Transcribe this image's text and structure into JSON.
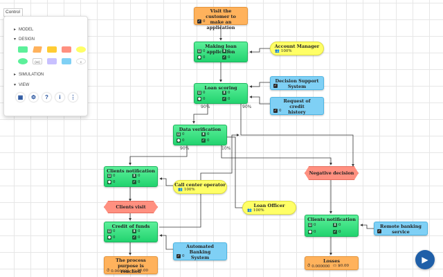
{
  "control": {
    "tab_label": "Control",
    "sections": {
      "model": "MODEL",
      "design": "DESIGN",
      "simulation": "SIMULATION",
      "view": "VIEW"
    },
    "shapes_row2_label": "(xx)"
  },
  "nodes": {
    "start": {
      "title": "Visit the customer to make an application",
      "stat": "0"
    },
    "making": {
      "title": "Making loan application",
      "s1": "0",
      "s2": "0",
      "s3": "0",
      "s4": "0"
    },
    "account_manager": {
      "title": "Account Manager",
      "stat": "100%"
    },
    "scoring": {
      "title": "Loan scoring",
      "s1": "0",
      "s2": "0",
      "s3": "0",
      "s4": "0"
    },
    "dss": {
      "title": "Decision Support System",
      "stat": ""
    },
    "credit_history": {
      "title": "Request of credit history",
      "stat": "0"
    },
    "verification": {
      "title": "Data verification",
      "s1": "0",
      "s2": "0",
      "s3": "0",
      "s4": "0"
    },
    "client_notif_1": {
      "title": "Clients notification",
      "s1": "0",
      "s2": "0",
      "s3": "0",
      "s4": "0"
    },
    "call_center": {
      "title": "Call center operator",
      "stat": "100%"
    },
    "clients_visit": {
      "title": "Clients visit"
    },
    "loan_officer": {
      "title": "Loan Officer",
      "stat": "100%"
    },
    "negative": {
      "title": "Negative decision"
    },
    "credit_funds": {
      "title": "Credit of funds",
      "s1": "0",
      "s2": "0",
      "s3": "0",
      "s4": "0"
    },
    "automated_banking": {
      "title": "Automated Banking System",
      "stat": "0"
    },
    "client_notif_2": {
      "title": "Clients notification",
      "s1": "0",
      "s2": "0",
      "s3": "0",
      "s4": "0"
    },
    "remote_banking": {
      "title": "Remote banking service",
      "stat": ""
    },
    "end_purpose": {
      "title": "The process purpose is reached",
      "c1": "0.000000",
      "c2": "$0.00"
    },
    "losses": {
      "title": "Losses",
      "c1": "0.000000",
      "c2": "$0.00"
    }
  },
  "percents": {
    "p1": "90%",
    "p2": "90%",
    "p3": "90%",
    "p4": "10%"
  },
  "colors": {
    "task": "#22d36f",
    "event": "#ffb25c",
    "resource": "#ffff66",
    "system": "#7fd0f5",
    "gateway": "#ff9080",
    "play": "#1f5fa8"
  }
}
